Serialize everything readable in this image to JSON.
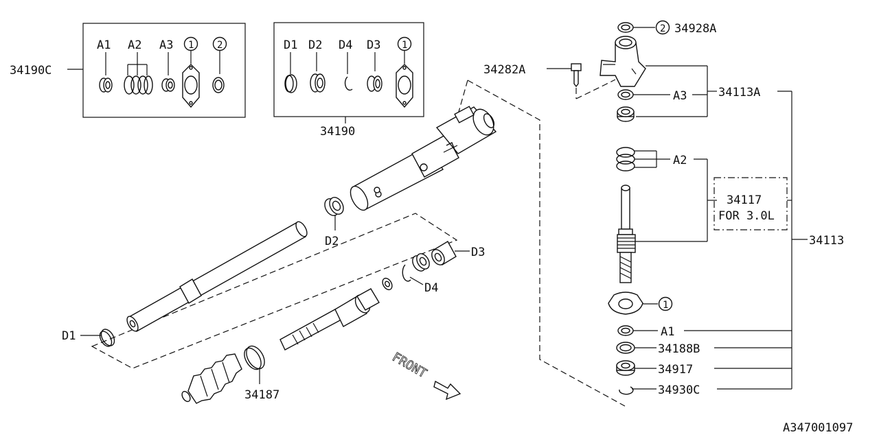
{
  "kit_left": {
    "label": "34190C",
    "items": [
      "A1",
      "A2",
      "A3",
      "1",
      "2"
    ]
  },
  "kit_mid": {
    "label": "34190",
    "items": [
      "D1",
      "D2",
      "D4",
      "D3",
      "1"
    ]
  },
  "labels": {
    "d1": "D1",
    "d2": "D2",
    "d3": "D3",
    "d4": "D4",
    "boot": "34187",
    "bolt": "34282A",
    "cap": "34928A",
    "cap_ref": "2",
    "housing": "34113A",
    "a3": "A3",
    "a2": "A2",
    "pinion": "34117",
    "pinion_note": "FOR 3.0L",
    "assembly": "34113",
    "gasket_ref": "1",
    "a1": "A1",
    "seal": "34188B",
    "washer": "34917",
    "snap_ring": "34930C",
    "front": "FRONT",
    "drawing_id": "A347001097"
  },
  "colors": {
    "ink": "#111111",
    "paper": "#ffffff"
  }
}
